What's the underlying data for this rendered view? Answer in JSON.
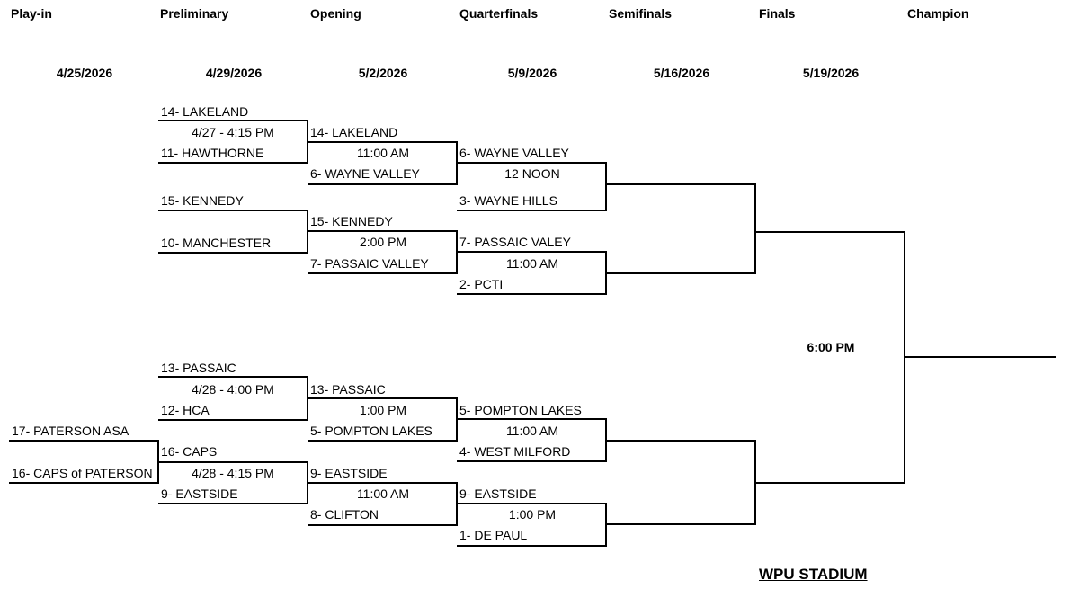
{
  "rounds": [
    {
      "name": "Play-in",
      "date": "4/25/2026"
    },
    {
      "name": "Preliminary",
      "date": "4/29/2026"
    },
    {
      "name": "Opening",
      "date": "5/2/2026"
    },
    {
      "name": "Quarterfinals",
      "date": "5/9/2026"
    },
    {
      "name": "Semifinals",
      "date": "5/16/2026"
    },
    {
      "name": "Finals",
      "date": "5/19/2026"
    },
    {
      "name": "Champion",
      "date": ""
    }
  ],
  "play_in": {
    "teams": [
      "17- PATERSON ASA",
      "16- CAPS of PATERSON"
    ]
  },
  "preliminary": [
    {
      "top": "14- LAKELAND",
      "time": "4/27 - 4:15 PM",
      "bottom": "11- HAWTHORNE"
    },
    {
      "top": "15- KENNEDY",
      "time": "",
      "bottom": "10- MANCHESTER"
    },
    {
      "top": "13- PASSAIC",
      "time": "4/28 - 4:00 PM",
      "bottom": "12- HCA"
    },
    {
      "top": "16- CAPS",
      "time": "4/28 - 4:15 PM",
      "bottom": "9- EASTSIDE"
    }
  ],
  "opening": [
    {
      "top": "14- LAKELAND",
      "time": "11:00 AM",
      "bottom": "6- WAYNE VALLEY"
    },
    {
      "top": "15- KENNEDY",
      "time": "2:00 PM",
      "bottom": "7- PASSAIC VALLEY"
    },
    {
      "top": "13- PASSAIC",
      "time": "1:00 PM",
      "bottom": "5- POMPTON LAKES"
    },
    {
      "top": "9- EASTSIDE",
      "time": "11:00 AM",
      "bottom": "8- CLIFTON"
    }
  ],
  "quarterfinals": [
    {
      "top": "6- WAYNE VALLEY",
      "time": "12 NOON",
      "bottom": "3- WAYNE HILLS"
    },
    {
      "top": "7- PASSAIC VALEY",
      "time": "11:00 AM",
      "bottom": "2- PCTI"
    },
    {
      "top": "5- POMPTON LAKES",
      "time": "11:00 AM",
      "bottom": "4- WEST MILFORD"
    },
    {
      "top": "9- EASTSIDE",
      "time": "1:00 PM",
      "bottom": "1- DE PAUL"
    }
  ],
  "finals": {
    "time": "6:00 PM"
  },
  "venue": "WPU STADIUM"
}
